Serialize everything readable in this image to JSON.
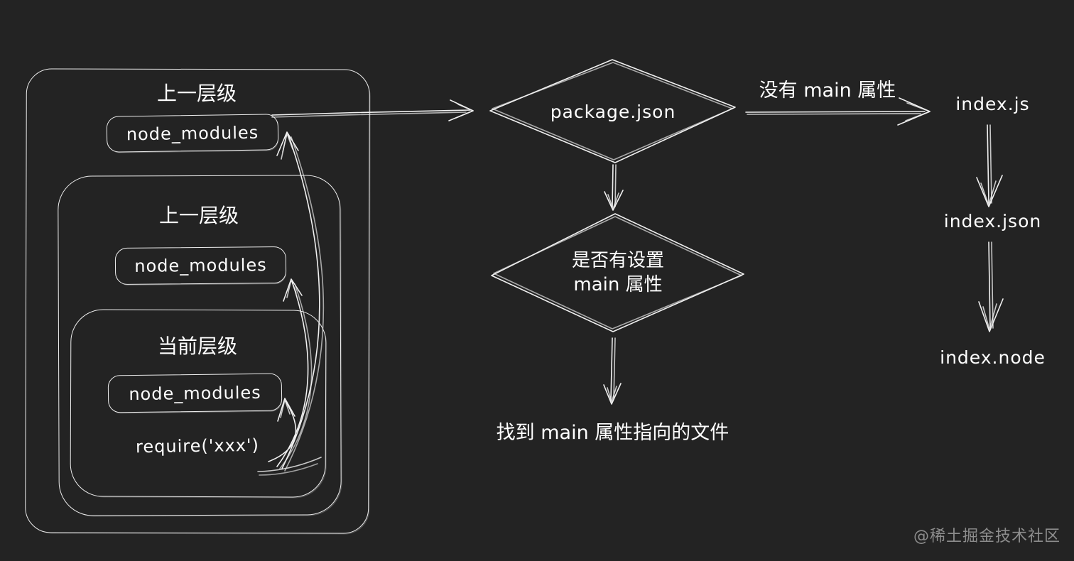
{
  "canvas": {
    "background": "#232323",
    "stroke_color": "#f0f0f0",
    "text_color": "#ffffff"
  },
  "left_nested_boxes": {
    "outer_level": {
      "title": "上一层级",
      "folder": "node_modules"
    },
    "middle_level": {
      "title": "上一层级",
      "folder": "node_modules"
    },
    "current_level": {
      "title": "当前层级",
      "folder": "node_modules",
      "call": "require('xxx')"
    }
  },
  "flowchart": {
    "decision_package": "package.json",
    "decision_main_line1": "是否有设置",
    "decision_main_line2": "main 属性",
    "no_main_branch_label": "没有 main 属性",
    "main_result": "找到 main 属性指向的文件",
    "fallback_files": [
      "index.js",
      "index.json",
      "index.node"
    ]
  },
  "watermark": {
    "text": "@稀土掘金技术社区",
    "color": "#8d8d8d"
  }
}
